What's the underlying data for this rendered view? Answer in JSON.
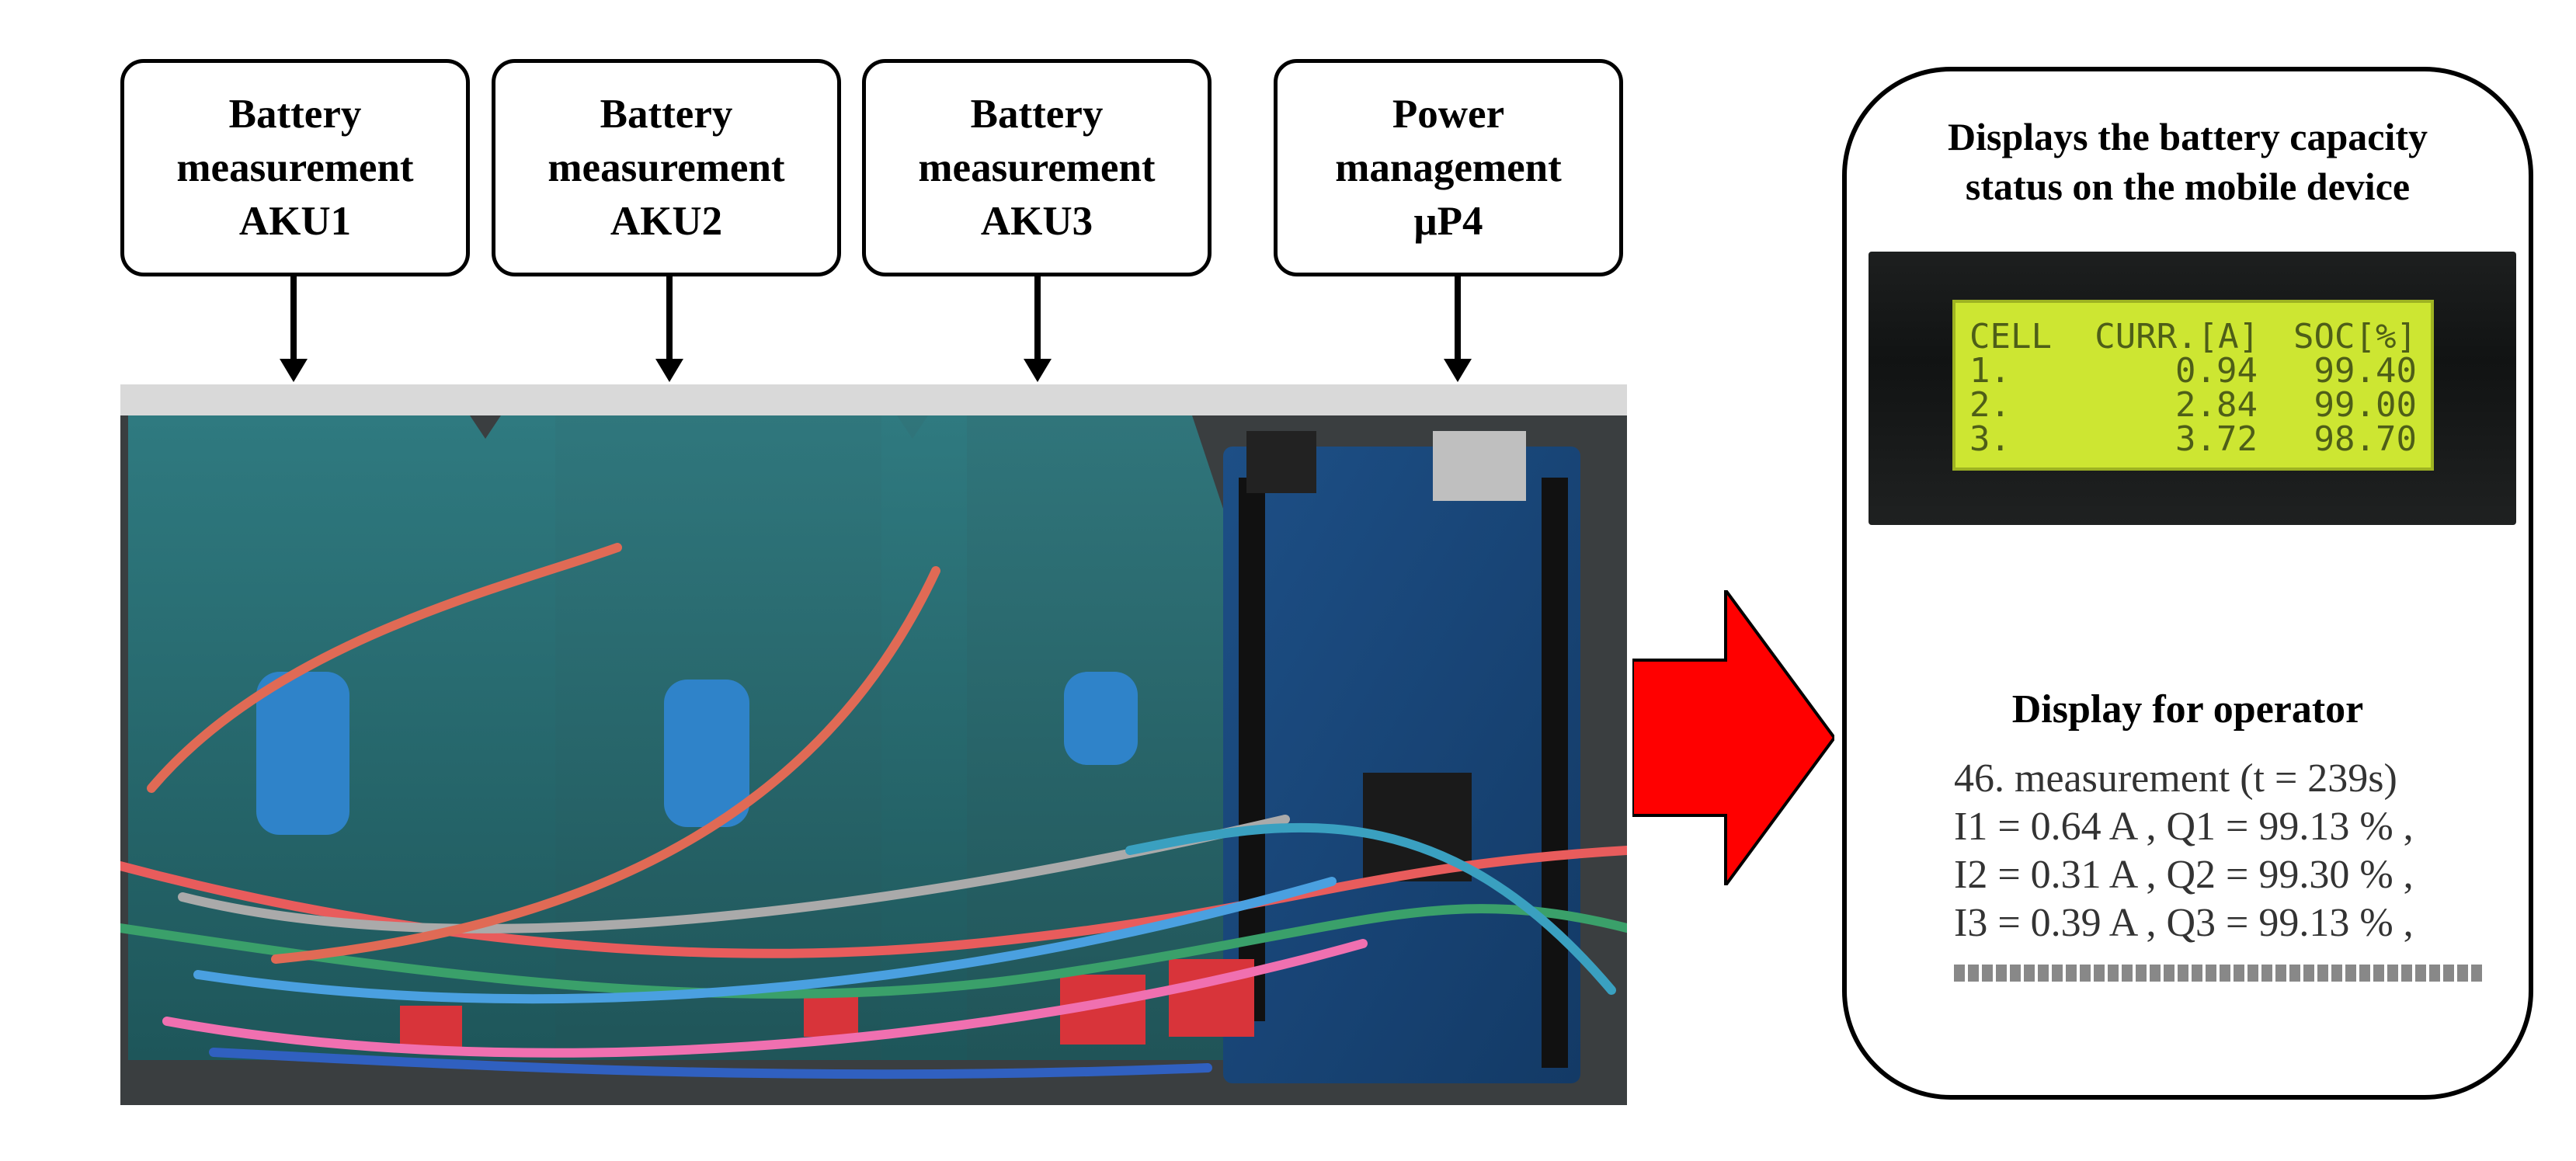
{
  "labels": {
    "aku1": [
      "Battery",
      "measurement",
      "AKU1"
    ],
    "aku2": [
      "Battery",
      "measurement",
      "AKU2"
    ],
    "aku3": [
      "Battery",
      "measurement",
      "AKU3"
    ],
    "up4": [
      "Power",
      "management",
      "μP4"
    ]
  },
  "panel": {
    "title_line1": "Displays the battery capacity",
    "title_line2": "status on the mobile device",
    "lcd": {
      "header": [
        "CELL",
        "CURR.[A]",
        "SOC[%]"
      ],
      "rows": [
        [
          "1.",
          "0.94",
          "99.40"
        ],
        [
          "2.",
          "2.84",
          "99.00"
        ],
        [
          "3.",
          "3.72",
          "98.70"
        ]
      ]
    },
    "operator_title": "Display for operator",
    "operator_lines": [
      "46. measurement (t = 239s)",
      "I1 = 0.64 A , Q1 = 99.13 % ,",
      "I2 = 0.31 A , Q2 = 99.30 % ,",
      "I3 = 0.39 A , Q3 = 99.13 % ,"
    ]
  },
  "colors": {
    "red_arrow": "#ff0000",
    "lcd_background": "#cde632",
    "pcb_green": "#2e6e73"
  },
  "photo": {
    "description_icons": [
      "pcb-board",
      "arduino-board",
      "wires"
    ]
  }
}
